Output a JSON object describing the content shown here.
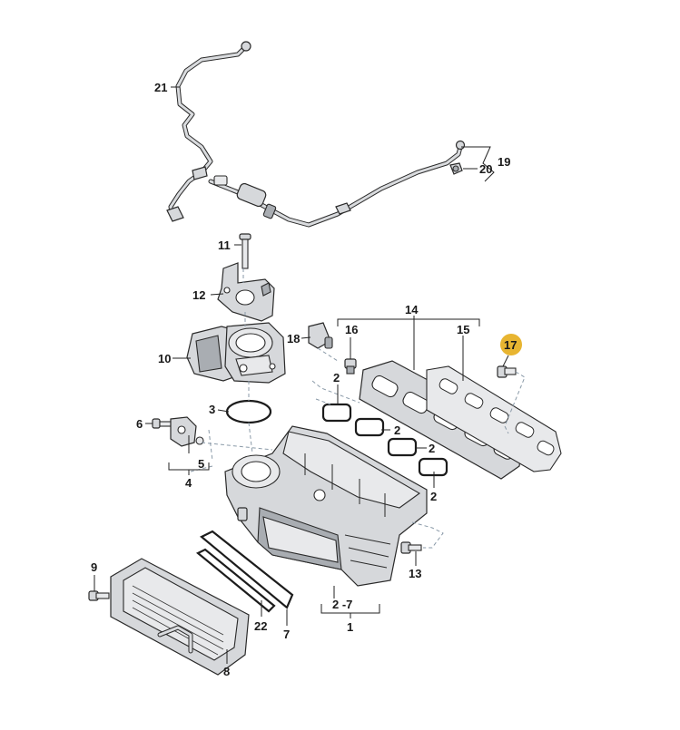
{
  "labels": {
    "p1": "1",
    "p2a": "2",
    "p2b": "2",
    "p2c": "2",
    "p2d": "2",
    "p2range": "2 -7",
    "p3": "3",
    "p4": "4",
    "p5": "5",
    "p6": "6",
    "p7": "7",
    "p8": "8",
    "p9": "9",
    "p10": "10",
    "p11": "11",
    "p12": "12",
    "p13": "13",
    "p14": "14",
    "p15": "15",
    "p16": "16",
    "p17": "17",
    "p18": "18",
    "p19": "19",
    "p20": "20",
    "p21": "21",
    "p22": "22"
  },
  "colors": {
    "highlight": "#e8b531",
    "part": "#d6d8db",
    "line": "#222222"
  }
}
